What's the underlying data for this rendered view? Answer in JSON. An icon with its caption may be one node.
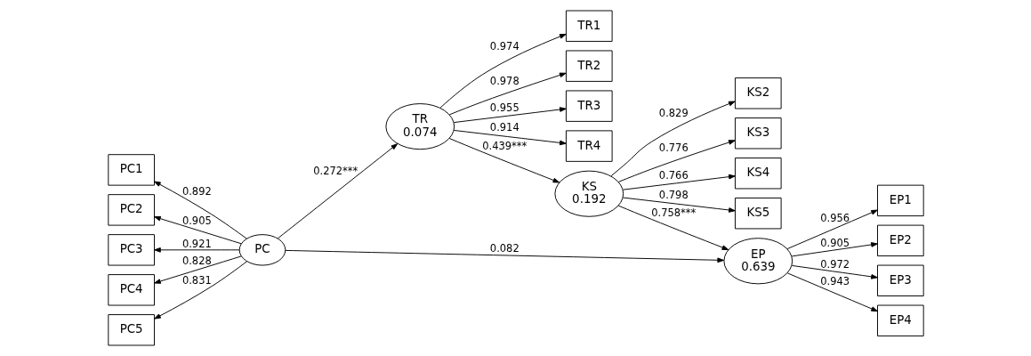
{
  "diagram": {
    "nodes": [
      {
        "text": [
          "TR1"
        ]
      },
      {
        "text": [
          "TR2"
        ]
      },
      {
        "text": [
          "TR3"
        ]
      },
      {
        "text": [
          "TR4"
        ]
      },
      {
        "text": [
          "KS2"
        ]
      },
      {
        "text": [
          "KS3"
        ]
      },
      {
        "text": [
          "KS4"
        ]
      },
      {
        "text": [
          "KS5"
        ]
      },
      {
        "text": [
          "PC1"
        ]
      },
      {
        "text": [
          "PC2"
        ]
      },
      {
        "text": [
          "PC3"
        ]
      },
      {
        "text": [
          "PC4"
        ]
      },
      {
        "text": [
          "PC5"
        ]
      },
      {
        "text": [
          "PC"
        ]
      },
      {
        "text": [
          "TR",
          "0.074"
        ]
      },
      {
        "text": [
          "KS",
          "0.192"
        ]
      },
      {
        "text": [
          "EP",
          "0.639"
        ]
      },
      {
        "text": [
          "EP1"
        ]
      },
      {
        "text": [
          "EP2"
        ]
      },
      {
        "text": [
          "EP3"
        ]
      },
      {
        "text": [
          "EP4"
        ]
      }
    ],
    "edges": [
      {
        "from": 13,
        "to": 8,
        "arrow": "to",
        "label": "0.892"
      },
      {
        "from": 13,
        "to": 9,
        "arrow": "to",
        "label": "0.905"
      },
      {
        "from": 13,
        "to": 10,
        "arrow": "to",
        "label": "0.921"
      },
      {
        "from": 13,
        "to": 11,
        "arrow": "to",
        "label": "0.828"
      },
      {
        "from": 13,
        "to": 12,
        "arrow": "to",
        "label": "0.831"
      },
      {
        "from": 14,
        "to": 0,
        "arrow": "to",
        "label": "0.974"
      },
      {
        "from": 14,
        "to": 1,
        "arrow": "to",
        "label": "0.978"
      },
      {
        "from": 14,
        "to": 2,
        "arrow": "to",
        "label": "0.955"
      },
      {
        "from": 14,
        "to": 3,
        "arrow": "to",
        "label": "0.914"
      },
      {
        "from": 15,
        "to": 4,
        "arrow": "to",
        "label": "0.829"
      },
      {
        "from": 15,
        "to": 5,
        "arrow": "to",
        "label": "0.776"
      },
      {
        "from": 15,
        "to": 6,
        "arrow": "to",
        "label": "0.766"
      },
      {
        "from": 15,
        "to": 7,
        "arrow": "to",
        "label": "0.798"
      },
      {
        "from": 16,
        "to": 17,
        "arrow": "to",
        "label": "0.956"
      },
      {
        "from": 16,
        "to": 18,
        "arrow": "to",
        "label": "0.905"
      },
      {
        "from": 16,
        "to": 19,
        "arrow": "to",
        "label": "0.972"
      },
      {
        "from": 16,
        "to": 20,
        "arrow": "to",
        "label": "0.943"
      },
      {
        "from": 13,
        "to": 14,
        "arrow": "to",
        "label": "0.272***"
      },
      {
        "from": 14,
        "to": 15,
        "arrow": "to",
        "label": "0.439***"
      },
      {
        "from": 15,
        "to": 16,
        "arrow": "to",
        "label": "0.758***"
      },
      {
        "from": 13,
        "to": 16,
        "arrow": "to",
        "label": "0.082"
      }
    ]
  }
}
